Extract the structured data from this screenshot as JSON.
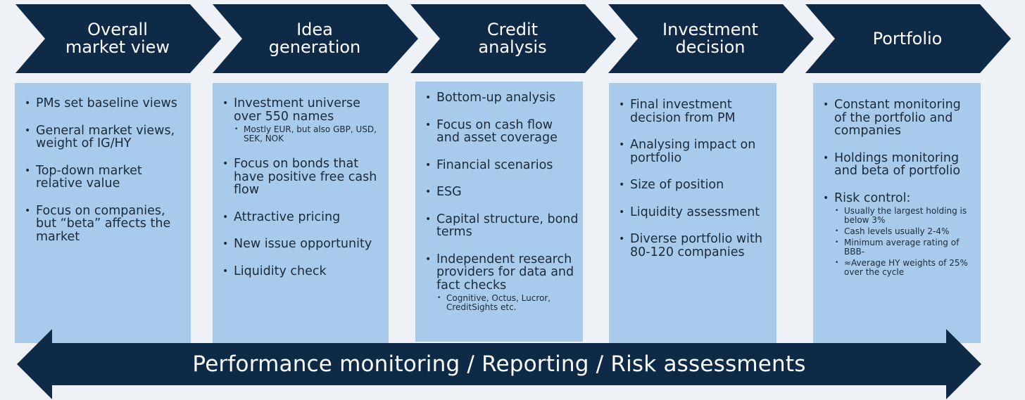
{
  "stages": [
    {
      "title": "Overall\nmarket view",
      "items": [
        {
          "text": "PMs set baseline views"
        },
        {
          "text": "General market views, weight of IG/HY"
        },
        {
          "text": "Top-down market relative value"
        },
        {
          "text": "Focus on companies, but “beta” affects the market"
        }
      ]
    },
    {
      "title": "Idea\ngeneration",
      "items": [
        {
          "text": "Investment universe over 550 names",
          "sub": [
            "Mostly EUR, but also GBP, USD, SEK, NOK"
          ]
        },
        {
          "text": "Focus on bonds that have positive free cash flow"
        },
        {
          "text": "Attractive pricing"
        },
        {
          "text": "New issue opportunity"
        },
        {
          "text": "Liquidity check"
        }
      ]
    },
    {
      "title": "Credit\nanalysis",
      "items": [
        {
          "text": "Bottom-up analysis"
        },
        {
          "text": "Focus on cash flow and asset coverage"
        },
        {
          "text": "Financial scenarios"
        },
        {
          "text": "ESG"
        },
        {
          "text": "Capital structure, bond terms"
        },
        {
          "text": "Independent research providers  for data and fact checks",
          "sub": [
            "Cognitive, Octus, Lucror, CreditSights etc."
          ]
        }
      ]
    },
    {
      "title": "Investment\ndecision",
      "items": [
        {
          "text": "Final investment decision from PM"
        },
        {
          "text": "Analysing impact on portfolio"
        },
        {
          "text": "Size of position"
        },
        {
          "text": "Liquidity assessment"
        },
        {
          "text": "Diverse portfolio with 80-120 companies"
        }
      ]
    },
    {
      "title": "Portfolio",
      "items": [
        {
          "text": "Constant monitoring of the portfolio and companies"
        },
        {
          "text": "Holdings monitoring and beta of portfolio"
        },
        {
          "text": "Risk control:",
          "sub": [
            "Usually the largest holding is below 3%",
            "Cash levels usually 2-4%",
            "Minimum average rating of BBB-",
            "≈Average HY weights of 25% over the cycle"
          ]
        }
      ]
    }
  ],
  "bottom_banner": "Performance monitoring / Reporting / Risk assessments"
}
